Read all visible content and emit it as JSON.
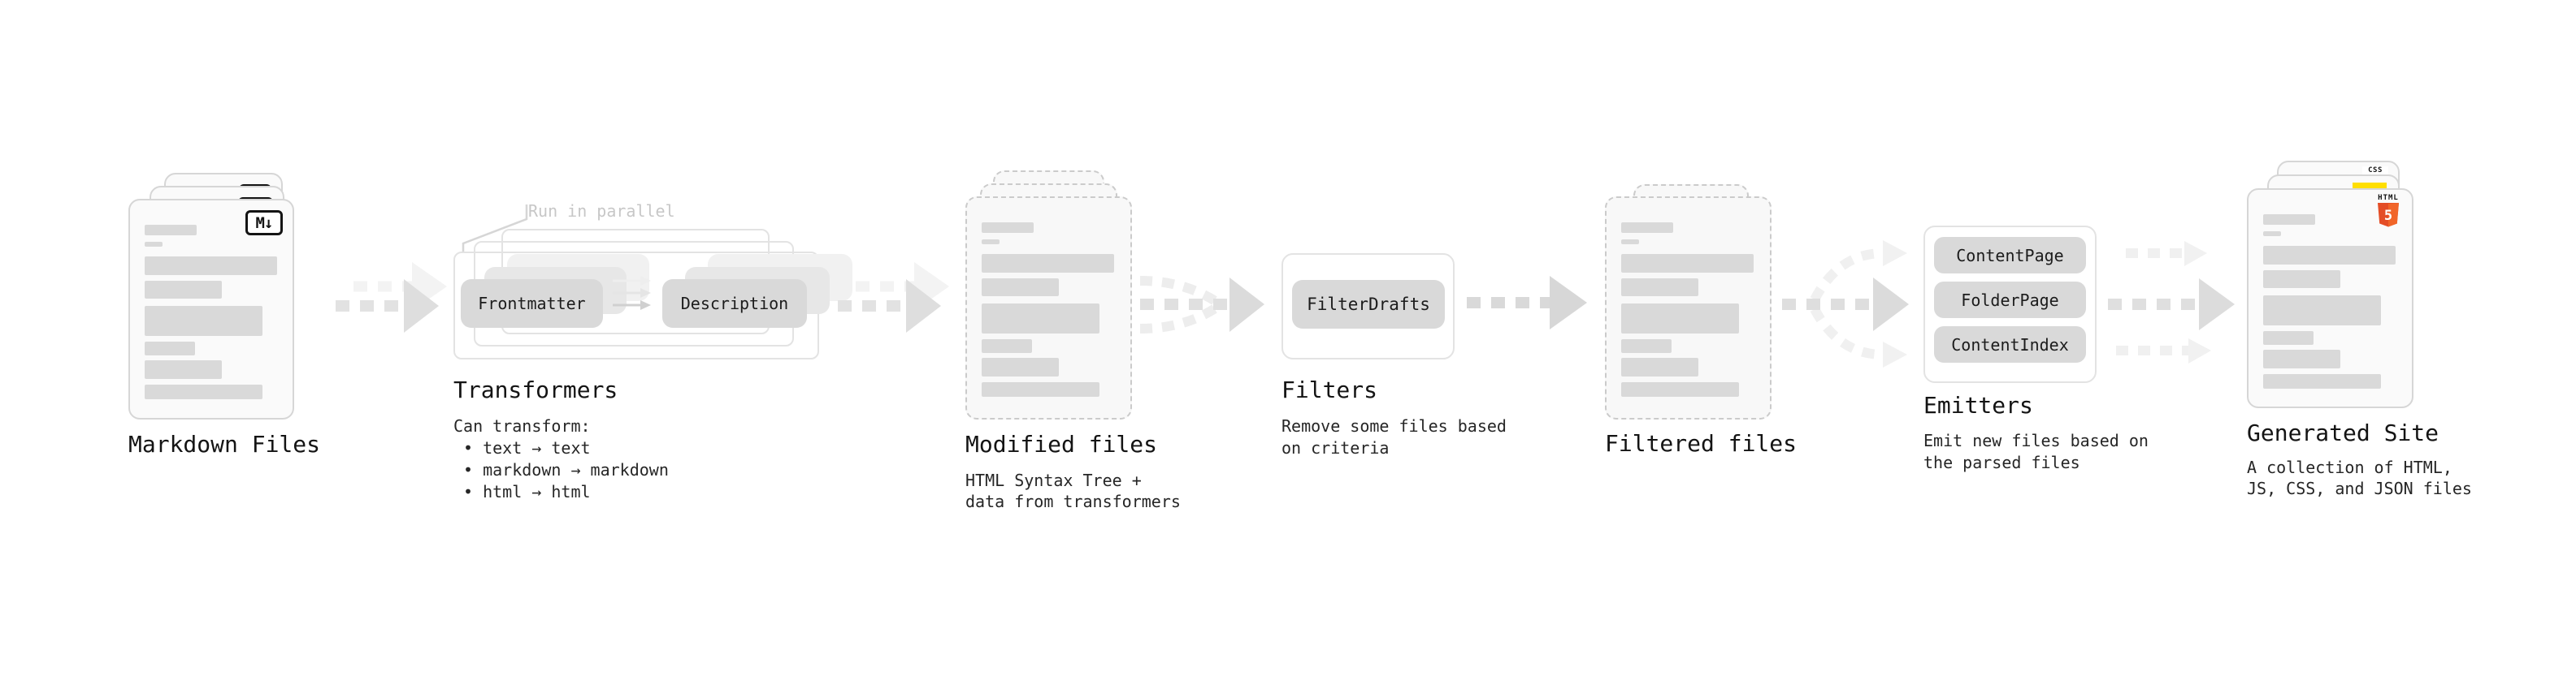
{
  "diagram": "static-site-generation-pipeline",
  "colors": {
    "background": "#ffffff",
    "card_border": "#d6d6d6",
    "dashed_border": "#cbcbcb",
    "content_bar": "#d9d9d9",
    "chip_fill": "#d9d9d9",
    "arrow_main": "#dedede",
    "arrow_light": "#f1f1f1",
    "text": "#141414",
    "annotation_text": "#c7c7c7",
    "html5_orange": "#e44d26",
    "js_yellow": "#ffdf00",
    "css_blue": "#2b62e9"
  },
  "stages": {
    "markdown": {
      "label": "Markdown Files",
      "badge": "M↓"
    },
    "transformers": {
      "annotation": "Run in parallel",
      "buttons": [
        "Frontmatter",
        "Description"
      ],
      "title": "Transformers",
      "desc_intro": "Can transform:",
      "desc_bullets": [
        "• text → text",
        "• markdown → markdown",
        "• html → html"
      ]
    },
    "modified": {
      "title": "Modified files",
      "desc_line1": "HTML Syntax Tree +",
      "desc_line2": "data from transformers"
    },
    "filters": {
      "title": "Filters",
      "button": "FilterDrafts",
      "desc_line1": "Remove some files based",
      "desc_line2": "on criteria"
    },
    "filtered": {
      "title": "Filtered files"
    },
    "emitters": {
      "title": "Emitters",
      "buttons": [
        "ContentPage",
        "FolderPage",
        "ContentIndex"
      ],
      "desc_line1": "Emit new files based on",
      "desc_line2": "the parsed files"
    },
    "generated": {
      "title": "Generated Site",
      "desc_line1": "A collection of HTML,",
      "desc_line2": "JS, CSS, and JSON files",
      "css_badge": "CSS",
      "html_badge_label": "HTML",
      "html_badge_number": "5"
    }
  }
}
